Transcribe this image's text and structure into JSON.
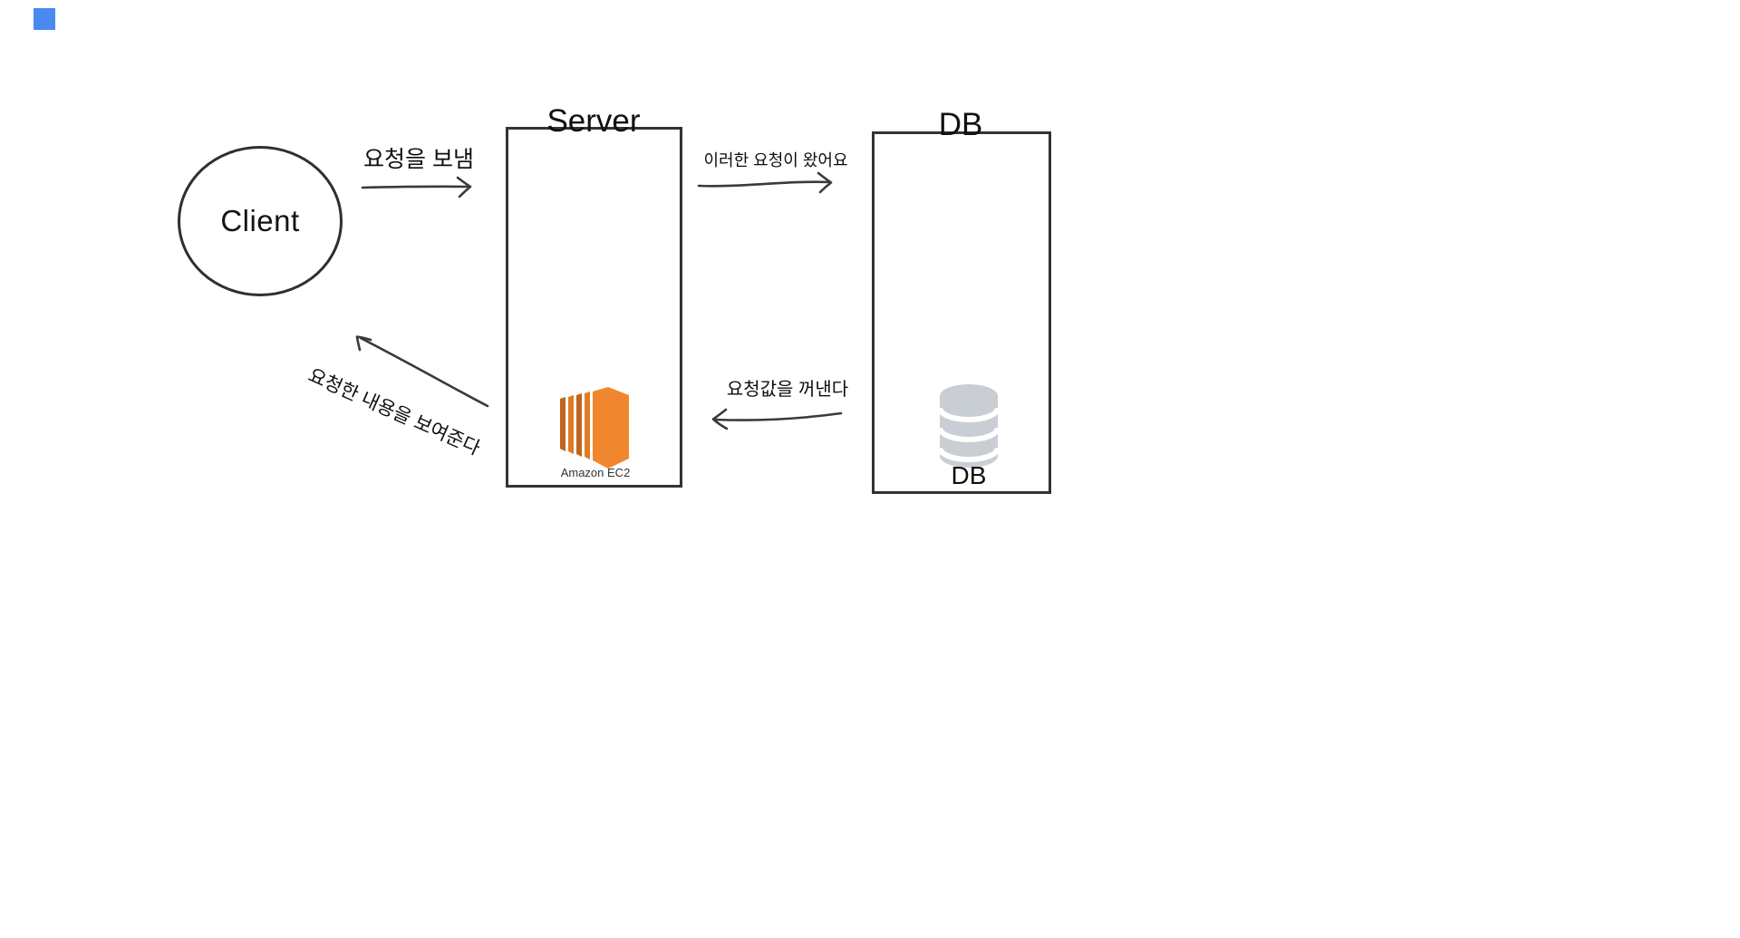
{
  "diagram": {
    "title_hint": "client-server-db request flow",
    "marker": {
      "color": "#4a89f2"
    },
    "client": {
      "label": "Client"
    },
    "server": {
      "title": "Server",
      "icon": "amazon-ec2-icon",
      "icon_label": "Amazon EC2"
    },
    "db": {
      "title": "DB",
      "icon": "database-cylinder-icon",
      "icon_label": "DB"
    },
    "flows": {
      "request": {
        "label": "요청을 보냄",
        "from": "client",
        "to": "server"
      },
      "forward": {
        "label": "이러한 요청이 왔어요",
        "from": "server",
        "to": "db"
      },
      "fetch": {
        "label": "요청값을 꺼낸다",
        "from": "db",
        "to": "server"
      },
      "response": {
        "label": "요청한 내용을 보여준다",
        "from": "server",
        "to": "client"
      }
    },
    "colors": {
      "stroke": "#3a3a3a",
      "box_border": "#333333",
      "ec2_orange": "#F0872E",
      "ec2_orange_mid": "#E07C22",
      "ec2_orange_dark": "#BF6420",
      "db_gray": "#C9CED5",
      "marker_blue": "#4a89f2"
    }
  }
}
